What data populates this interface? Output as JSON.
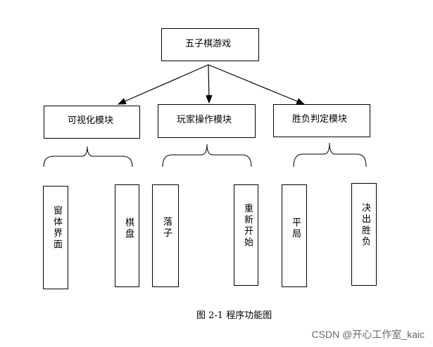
{
  "root": {
    "label": "五子棋游戏"
  },
  "modules": [
    {
      "label": "可视化模块",
      "children": [
        "窗体界面",
        "棋盘"
      ]
    },
    {
      "label": "玩家操作模块",
      "children": [
        "落子",
        "重新开始"
      ]
    },
    {
      "label": "胜负判定模块",
      "children": [
        "平局",
        "决出胜负"
      ]
    }
  ],
  "caption": "图 2-1 程序功能图",
  "watermark": "CSDN @开心工作室_kaic"
}
